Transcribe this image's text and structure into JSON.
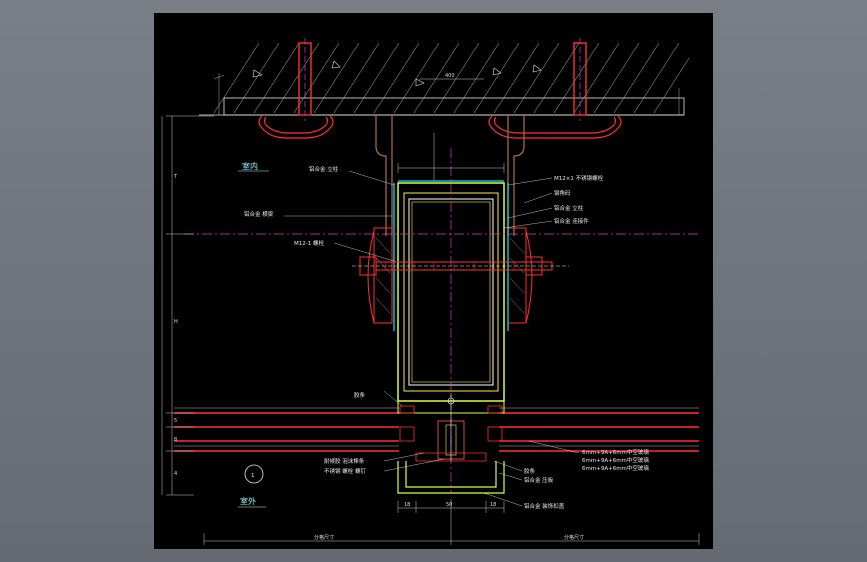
{
  "drawing": {
    "label_indoor": "室内",
    "label_outdoor": "室外",
    "detail_number": "1",
    "dim_top": "400",
    "dim_bottom_left": "分格尺寸",
    "dim_bottom_right": "分格尺寸",
    "callouts_left": [
      "铝合金 立柱",
      "铝合金 横梁",
      "M12-1 螺栓",
      "胶条",
      "耐候胶 泡沫棒条",
      "不锈钢 螺栓 螺钉"
    ],
    "callouts_right": [
      "M12×1 不锈钢螺栓",
      "钢角码",
      "铝合金 立柱",
      "铝合金 连接件",
      "胶条",
      "铝合金 压板",
      "铝合金 装饰扣盖"
    ],
    "glass_note": [
      "6mm+9A+6mm中空玻璃",
      "6mm+9A+6mm中空玻璃",
      "6mm+9A+6mm中空玻璃"
    ],
    "dims_vertical": [
      "T",
      "H",
      "5",
      "8",
      "4"
    ],
    "dims_bottom_small": [
      "18",
      "50",
      "18"
    ]
  }
}
